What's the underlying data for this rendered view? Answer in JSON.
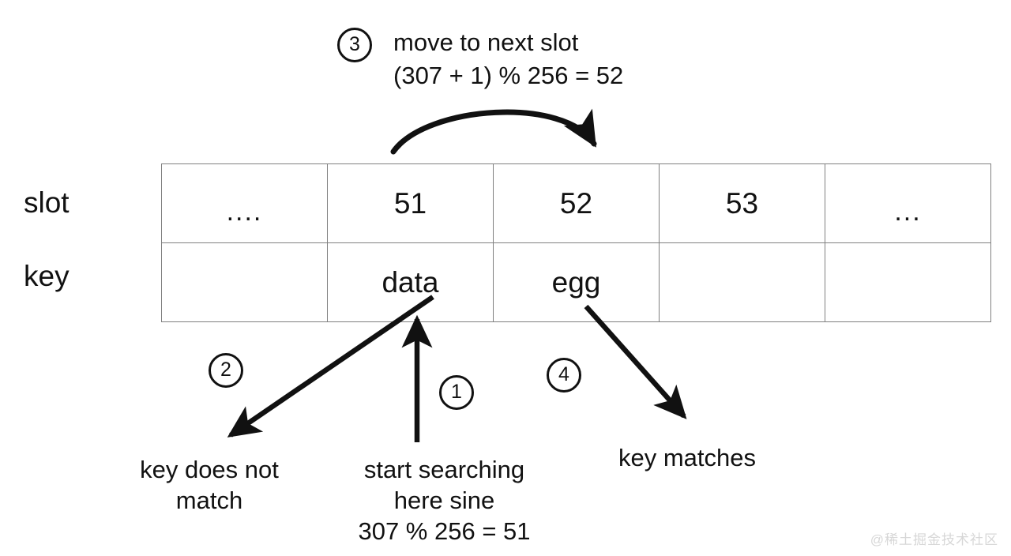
{
  "diagram": {
    "title_note": "open addressing linear probing lookup",
    "background": "#ffffff",
    "ink": "#111111",
    "table_border": "#808080",
    "watermark": "@稀土掘金技术社区"
  },
  "row_labels": {
    "slot": "slot",
    "key": "key"
  },
  "table": {
    "row_headers": [
      "slot",
      "key"
    ],
    "slots": [
      "....",
      "51",
      "52",
      "53",
      "..."
    ],
    "keys": [
      "",
      "data",
      "egg",
      "",
      ""
    ]
  },
  "steps": [
    {
      "marker": "1",
      "caption_lines": [
        "start searching",
        "here sine",
        "307 % 256 = 51"
      ]
    },
    {
      "marker": "2",
      "caption_lines": [
        "key does not",
        "match"
      ]
    },
    {
      "marker": "3",
      "caption_lines": [
        "move to next slot",
        "(307 + 1) % 256 = 52"
      ]
    },
    {
      "marker": "4",
      "caption_lines": [
        "key matches"
      ]
    }
  ],
  "annotations": {
    "step3_line1": "move to next slot",
    "step3_line2": "(307 + 1) % 256 = 52",
    "step1_line1": "start searching",
    "step1_line2": "here sine",
    "step1_line3": "307 % 256 = 51",
    "step2_line1": "key does not",
    "step2_line2": "match",
    "step4_line1": "key matches",
    "marker1": "1",
    "marker2": "2",
    "marker3": "3",
    "marker4": "4"
  }
}
